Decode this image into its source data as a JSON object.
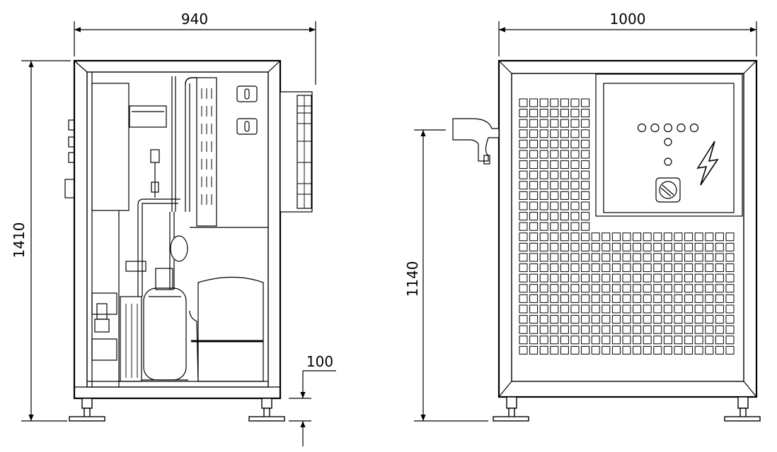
{
  "dimensions": {
    "left_width": "940",
    "left_height": "1410",
    "foot_height": "100",
    "right_width": "1000",
    "right_height": "1140"
  },
  "colors": {
    "line": "#000000",
    "interior": "#ffffff",
    "frame_fill": "#f2f2f2",
    "shade": "#d9d9d9"
  },
  "panel_lamps": 5
}
